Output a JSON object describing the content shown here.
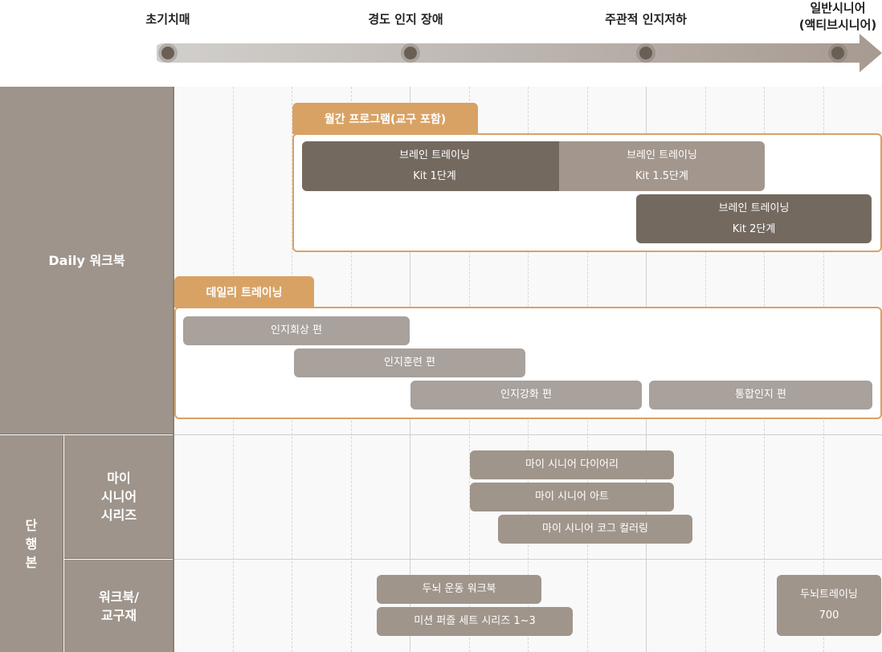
{
  "timeline": {
    "stages": [
      "초기치매",
      "경도 인지 장애",
      "주관적 인지저하",
      "일반시니어",
      "(액티브시니어)"
    ]
  },
  "sections": {
    "daily": "Daily 워크북",
    "standalone": "단\n행\n본",
    "my_senior": "마이\n시니어\n시리즈",
    "workbook_tools": "워크북/\n교구재"
  },
  "monthly": {
    "tab": "월간 프로그램(교구 포함)",
    "kit1": {
      "line1": "브레인 트레이닝",
      "line2": "Kit 1단계"
    },
    "kit15": {
      "line1": "브레인 트레이닝",
      "line2": "Kit 1.5단계"
    },
    "kit2": {
      "line1": "브레인 트레이닝",
      "line2": "Kit 2단계"
    }
  },
  "daily_training": {
    "tab": "데일리 트레이닝",
    "items": [
      "인지회상 편",
      "인지훈련 편",
      "인지강화 편",
      "통합인지 편"
    ]
  },
  "my_senior_items": [
    "마이 시니어 다이어리",
    "마이 시니어 아트",
    "마이 시니어 코그 컬러링"
  ],
  "workbook_items": [
    "두뇌 운동 워크북",
    "미션 퍼즐 세트 시리즈 1~3"
  ],
  "brain700": {
    "line1": "두뇌트레이닝",
    "line2": "700"
  }
}
